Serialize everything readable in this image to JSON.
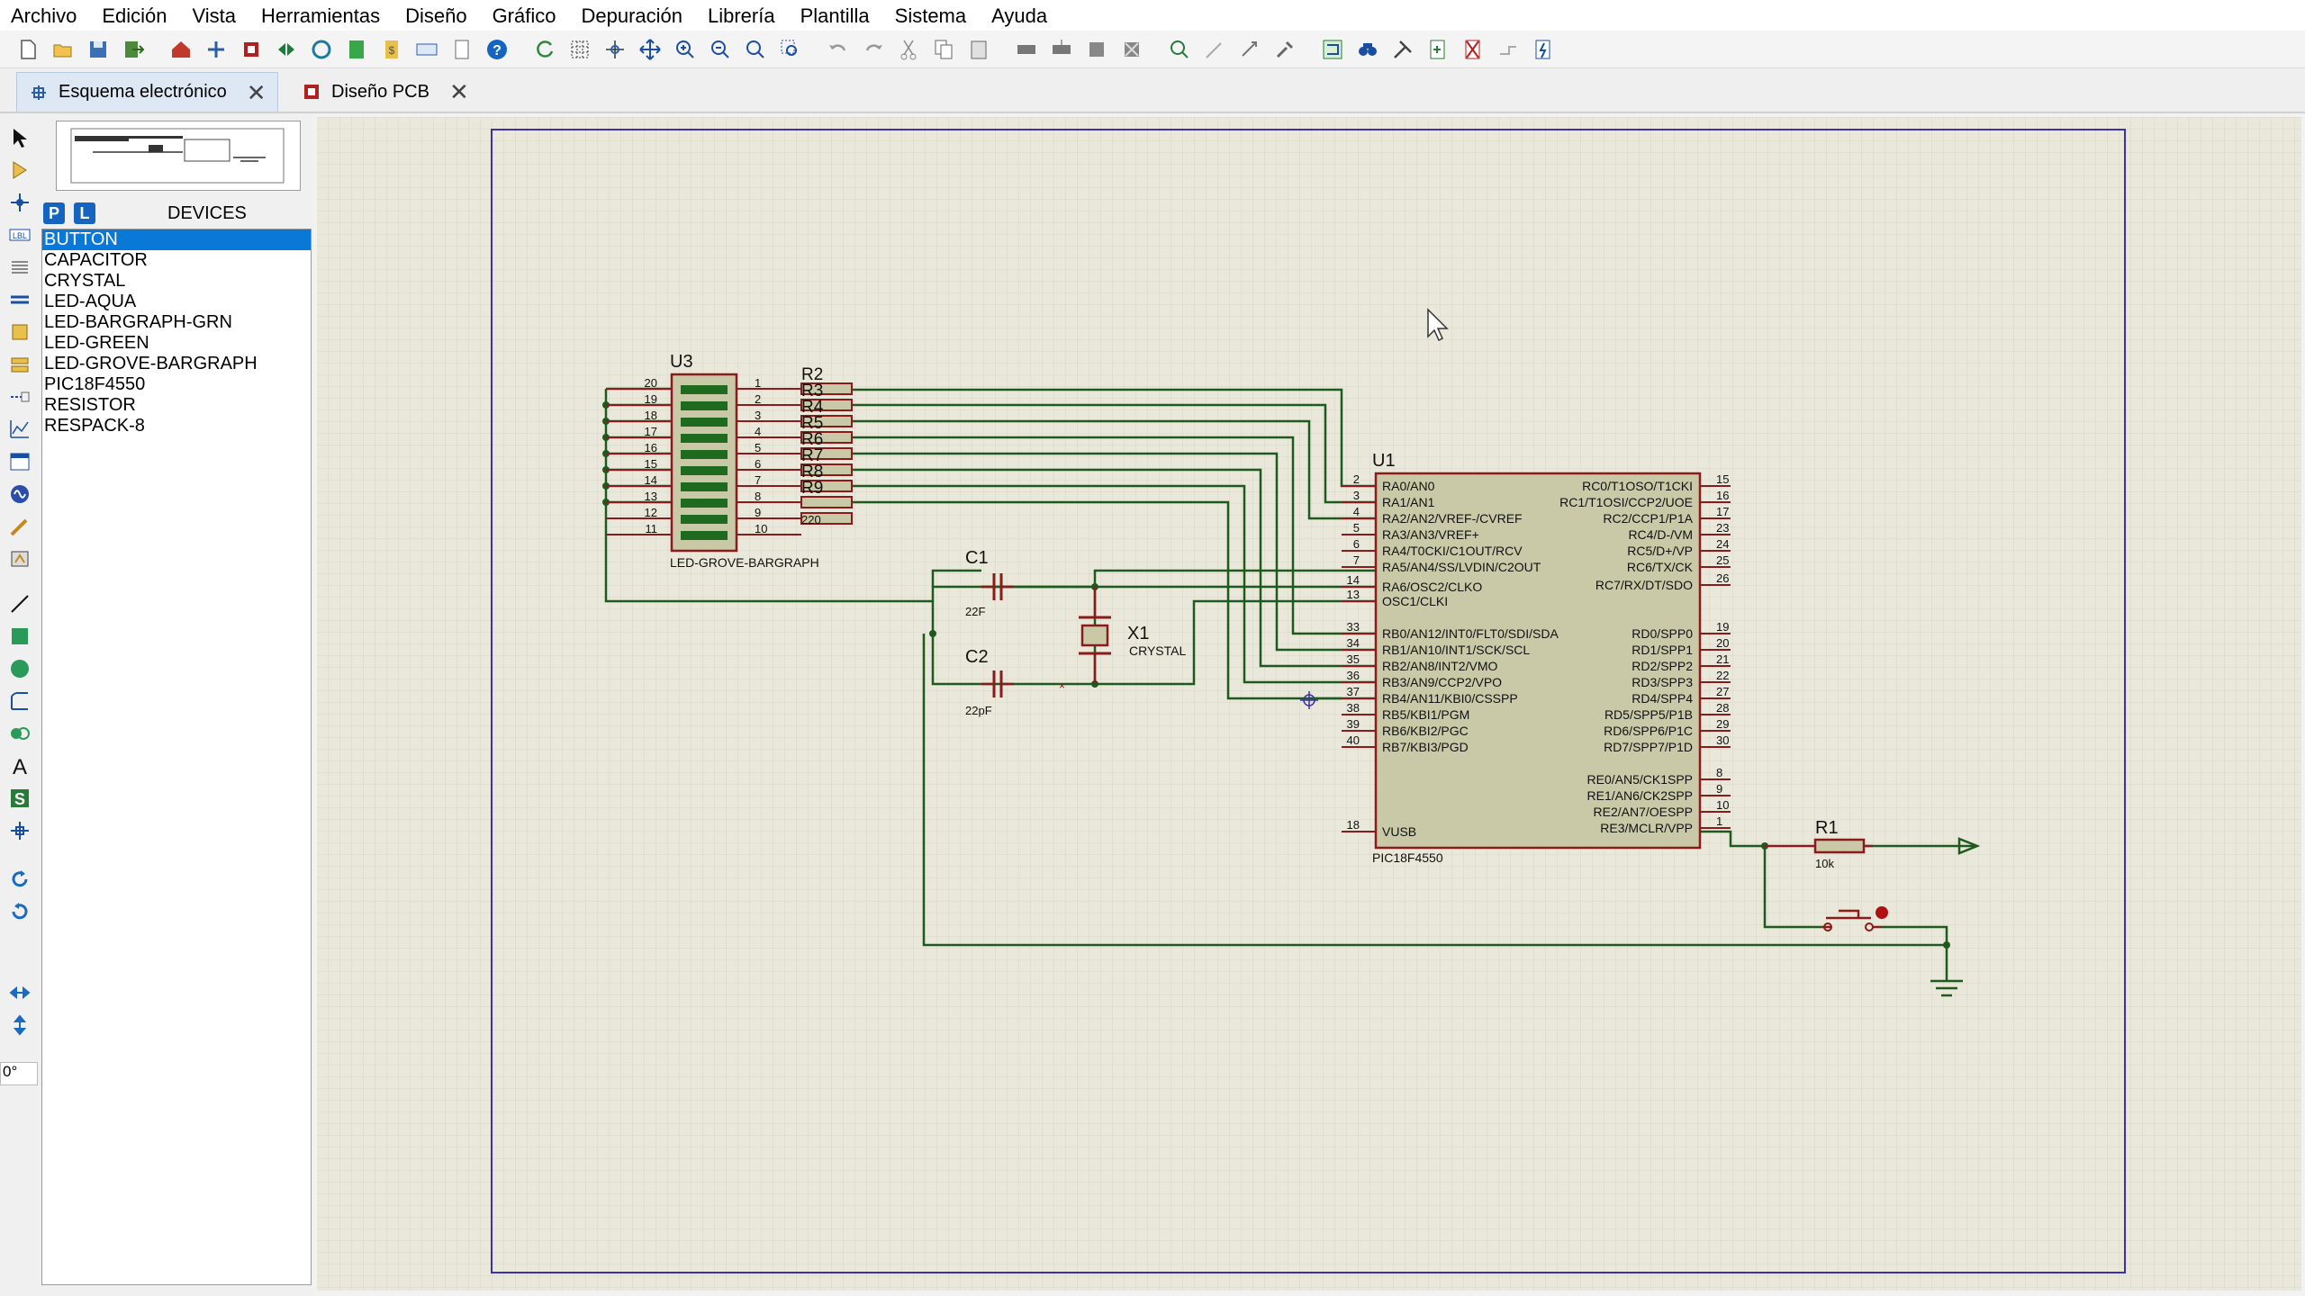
{
  "menu": [
    "Archivo",
    "Edición",
    "Vista",
    "Herramientas",
    "Diseño",
    "Gráfico",
    "Depuración",
    "Librería",
    "Plantilla",
    "Sistema",
    "Ayuda"
  ],
  "tabs": {
    "schematic": "Esquema electrónico",
    "pcb": "Diseño PCB",
    "close": "✕"
  },
  "left_panel": {
    "p_button": "P",
    "l_button": "L",
    "title": "DEVICES",
    "devices": [
      "BUTTON",
      "CAPACITOR",
      "CRYSTAL",
      "LED-AQUA",
      "LED-BARGRAPH-GRN",
      "LED-GREEN",
      "LED-GROVE-BARGRAPH",
      "PIC18F4550",
      "RESISTOR",
      "RESPACK-8"
    ],
    "selected": "BUTTON",
    "rotation": "0°"
  },
  "schematic": {
    "u3": {
      "ref": "U3",
      "type": "LED-GROVE-BARGRAPH",
      "left_pins": [
        "20",
        "19",
        "18",
        "17",
        "16",
        "15",
        "14",
        "13",
        "12",
        "11"
      ],
      "right_pins": [
        "1",
        "2",
        "3",
        "4",
        "5",
        "6",
        "7",
        "8",
        "9",
        "10"
      ]
    },
    "resistors": {
      "labels": [
        "R2",
        "R3",
        "R4",
        "R5",
        "R6",
        "R7",
        "R8",
        "R9"
      ],
      "value": "220"
    },
    "c1": {
      "ref": "C1",
      "value": "22F"
    },
    "c2": {
      "ref": "C2",
      "value": "22pF"
    },
    "x1": {
      "ref": "X1",
      "type": "CRYSTAL"
    },
    "r1": {
      "ref": "R1",
      "value": "10k"
    },
    "u1": {
      "ref": "U1",
      "type": "PIC18F4550",
      "left_pins": [
        {
          "num": "2",
          "name": "RA0/AN0"
        },
        {
          "num": "3",
          "name": "RA1/AN1"
        },
        {
          "num": "4",
          "name": "RA2/AN2/VREF-/CVREF"
        },
        {
          "num": "5",
          "name": "RA3/AN3/VREF+"
        },
        {
          "num": "6",
          "name": "RA4/T0CKI/C1OUT/RCV"
        },
        {
          "num": "7",
          "name": "RA5/AN4/SS/LVDIN/C2OUT"
        },
        {
          "num": "14",
          "name": "RA6/OSC2/CLKO"
        },
        {
          "num": "13",
          "name": "OSC1/CLKI"
        },
        {
          "num": "33",
          "name": "RB0/AN12/INT0/FLT0/SDI/SDA"
        },
        {
          "num": "34",
          "name": "RB1/AN10/INT1/SCK/SCL"
        },
        {
          "num": "35",
          "name": "RB2/AN8/INT2/VMO"
        },
        {
          "num": "36",
          "name": "RB3/AN9/CCP2/VPO"
        },
        {
          "num": "37",
          "name": "RB4/AN11/KBI0/CSSPP"
        },
        {
          "num": "38",
          "name": "RB5/KBI1/PGM"
        },
        {
          "num": "39",
          "name": "RB6/KBI2/PGC"
        },
        {
          "num": "40",
          "name": "RB7/KBI3/PGD"
        },
        {
          "num": "18",
          "name": "VUSB"
        }
      ],
      "right_pins": [
        {
          "num": "15",
          "name": "RC0/T1OSO/T1CKI"
        },
        {
          "num": "16",
          "name": "RC1/T1OSI/CCP2/UOE"
        },
        {
          "num": "17",
          "name": "RC2/CCP1/P1A"
        },
        {
          "num": "23",
          "name": "RC4/D-/VM"
        },
        {
          "num": "24",
          "name": "RC5/D+/VP"
        },
        {
          "num": "25",
          "name": "RC6/TX/CK"
        },
        {
          "num": "26",
          "name": "RC7/RX/DT/SDO"
        },
        {
          "num": "19",
          "name": "RD0/SPP0"
        },
        {
          "num": "20",
          "name": "RD1/SPP1"
        },
        {
          "num": "21",
          "name": "RD2/SPP2"
        },
        {
          "num": "22",
          "name": "RD3/SPP3"
        },
        {
          "num": "27",
          "name": "RD4/SPP4"
        },
        {
          "num": "28",
          "name": "RD5/SPP5/P1B"
        },
        {
          "num": "29",
          "name": "RD6/SPP6/P1C"
        },
        {
          "num": "30",
          "name": "RD7/SPP7/P1D"
        },
        {
          "num": "8",
          "name": "RE0/AN5/CK1SPP"
        },
        {
          "num": "9",
          "name": "RE1/AN6/CK2SPP"
        },
        {
          "num": "10",
          "name": "RE2/AN7/OESPP"
        },
        {
          "num": "1",
          "name": "RE3/MCLR/VPP"
        }
      ]
    }
  },
  "colors": {
    "wire": "#1e5a1e",
    "part": "#8b1a1a",
    "body": "#c9c9a8",
    "grid_bg": "#e9e8da",
    "sheet": "#3a32a6",
    "selection": "#0a78d7"
  }
}
